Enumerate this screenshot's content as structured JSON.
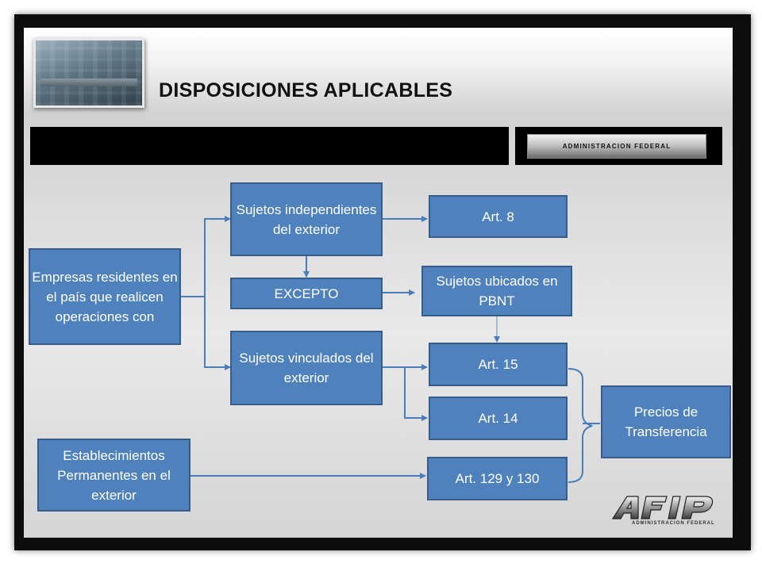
{
  "header": {
    "title": "DISPOSICIONES APLICABLES",
    "banner_text": "ADMINISTRACION FEDERAL"
  },
  "diagram": {
    "boxes": {
      "empresas": "Empresas residentes en el país que realicen operaciones con",
      "independientes": "Sujetos independientes del exterior",
      "excepto": "EXCEPTO",
      "vinculados": "Sujetos vinculados del exterior",
      "art8": "Art. 8",
      "pbnt": "Sujetos ubicados en PBNT",
      "art15": "Art. 15",
      "art14": "Art. 14",
      "establecimientos": "Establecimientos Permanentes en el exterior",
      "art129": "Art. 129 y 130",
      "precios": "Precios de Transferencia"
    }
  },
  "logo": {
    "wordmark": "AFIP",
    "subtitle": "ADMINISTRACION FEDERAL"
  },
  "colors": {
    "box_fill": "#4f81bd",
    "box_border": "#385d8a",
    "connector": "#4a7ebb"
  }
}
